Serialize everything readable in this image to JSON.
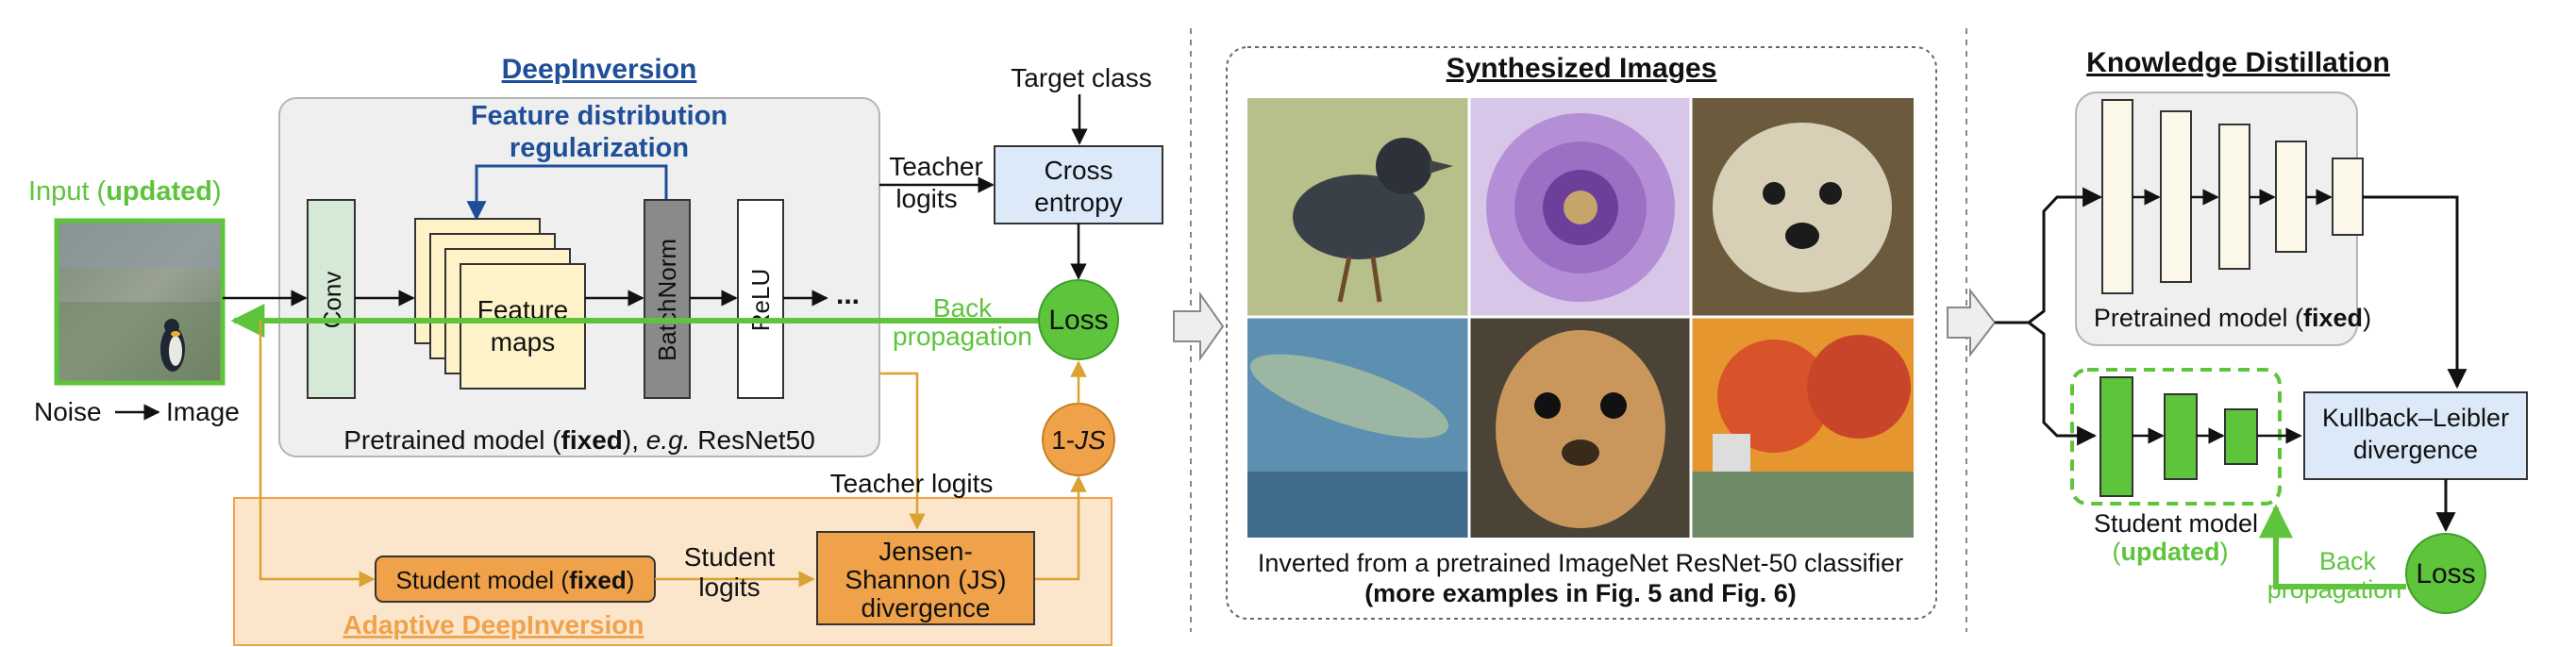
{
  "colors": {
    "green": "#5ec43c",
    "orange": "#f0a24a",
    "orange_panel": "#fbe6cc",
    "blue_title": "#1f4f99",
    "gold_arrow": "#d9a232",
    "gray_panel": "#efefef",
    "conv_fill": "#d6e9d6",
    "feature_fill": "#fdf2c8",
    "batchnorm_fill": "#8a8a8a",
    "cross_entropy_fill": "#dce9f8",
    "kl_fill": "#dce9f8"
  },
  "deepinversion": {
    "title": "DeepInversion",
    "feature_reg_line1": "Feature distribution",
    "feature_reg_line2": "regularization",
    "input_label_prefix": "Input (",
    "input_label_bold": "updated",
    "input_label_suffix": ")",
    "noise_label": "Noise",
    "image_label": "Image",
    "conv_label": "Conv",
    "feature_maps_line1": "Feature",
    "feature_maps_line2": "maps",
    "batchnorm_label": "BatchNorm",
    "relu_label": "ReLU",
    "ellipsis": "...",
    "pretrained_prefix": "Pretrained model (",
    "pretrained_bold": "fixed",
    "pretrained_middle": "), ",
    "pretrained_italic": "e.g.",
    "pretrained_suffix": " ResNet50",
    "target_class": "Target class",
    "teacher_logits_top_line1": "Teacher",
    "teacher_logits_top_line2": "logits",
    "cross_entropy_line1": "Cross",
    "cross_entropy_line2": "entropy",
    "loss_label": "Loss",
    "back_prop_line1": "Back",
    "back_prop_line2": "propagation",
    "js_prefix": "1-",
    "js_italic": "JS",
    "teacher_logits_bottom": "Teacher  logits"
  },
  "adaptive": {
    "title": "Adaptive DeepInversion",
    "student_prefix": "Student model (",
    "student_bold": "fixed",
    "student_suffix": ")",
    "student_logits_line1": "Student",
    "student_logits_line2": "logits",
    "jsd_line1": "Jensen-",
    "jsd_line2": "Shannon (JS)",
    "jsd_line3": "divergence"
  },
  "synthesized": {
    "title": "Synthesized Images",
    "caption_line1": "Inverted from a pretrained ImageNet ResNet-50 classifier",
    "caption_line2": "(more examples in Fig. 5 and Fig. 6)"
  },
  "kd": {
    "title": "Knowledge Distillation",
    "pretrained_prefix": "Pretrained model (",
    "pretrained_bold": "fixed",
    "pretrained_suffix": ")",
    "kl_line1": "Kullback–Leibler",
    "kl_line2": "divergence",
    "student_line1": "Student model",
    "student_line2_prefix": "(",
    "student_line2_bold": "updated",
    "student_line2_suffix": ")",
    "back_prop_line1": "Back",
    "back_prop_line2": "propagation",
    "loss_label": "Loss"
  }
}
